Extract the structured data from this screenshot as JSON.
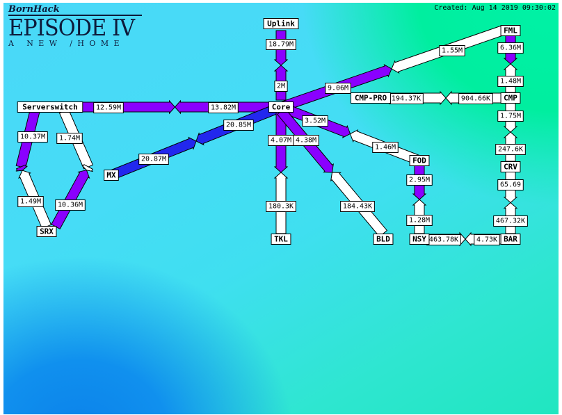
{
  "header": {
    "created_text": "Created: Aug 14 2019 09:30:02",
    "logo": {
      "top": "BornHack",
      "main": "EPISODE IV",
      "sub": "A NEW /HOME"
    }
  },
  "colors": {
    "purple": "#8a00ff",
    "blue": "#2228ee",
    "white": "#ffffff",
    "outline": "#000000"
  },
  "nodes": [
    {
      "id": "uplink",
      "label": "Uplink"
    },
    {
      "id": "serverswitch",
      "label": "Serverswitch"
    },
    {
      "id": "core",
      "label": "Core"
    },
    {
      "id": "cmppro",
      "label": "CMP-PRO"
    },
    {
      "id": "cmp",
      "label": "CMP"
    },
    {
      "id": "fml",
      "label": "FML"
    },
    {
      "id": "mx",
      "label": "MX"
    },
    {
      "id": "fod",
      "label": "FOD"
    },
    {
      "id": "crv",
      "label": "CRV"
    },
    {
      "id": "srx",
      "label": "SRX"
    },
    {
      "id": "tkl",
      "label": "TKL"
    },
    {
      "id": "bld",
      "label": "BLD"
    },
    {
      "id": "nsy",
      "label": "NSY"
    },
    {
      "id": "bar",
      "label": "BAR"
    }
  ],
  "links": [
    {
      "from": "uplink",
      "to": "core",
      "out": {
        "value": "18.79M",
        "color": "purple"
      },
      "in": {
        "value": "2M",
        "color": "purple"
      }
    },
    {
      "from": "serverswitch",
      "to": "core",
      "out": {
        "value": "12.59M",
        "color": "purple"
      },
      "in": {
        "value": "13.82M",
        "color": "purple"
      }
    },
    {
      "from": "core",
      "to": "fml",
      "out": {
        "value": "9.06M",
        "color": "purple"
      },
      "in": {
        "value": "1.55M",
        "color": "white"
      }
    },
    {
      "from": "core",
      "to": "mx",
      "out": {
        "value": "20.85M",
        "color": "blue"
      },
      "in": {
        "value": "20.87M",
        "color": "blue"
      }
    },
    {
      "from": "cmppro",
      "to": "cmp",
      "out": {
        "value": "194.37K",
        "color": "white"
      },
      "in": {
        "value": "904.66K",
        "color": "white"
      }
    },
    {
      "from": "fml",
      "to": "cmp",
      "out": {
        "value": "6.36M",
        "color": "purple"
      },
      "in": {
        "value": "1.48M",
        "color": "white"
      }
    },
    {
      "from": "cmp",
      "to": "crv",
      "out": {
        "value": "1.75M",
        "color": "white"
      },
      "in": {
        "value": "247.6K",
        "color": "white"
      }
    },
    {
      "from": "crv",
      "to": "bar",
      "out": {
        "value": "65.69",
        "color": "white"
      },
      "in": {
        "value": "467.32K",
        "color": "white"
      }
    },
    {
      "from": "core",
      "to": "fod",
      "out": {
        "value": "3.52M",
        "color": "purple"
      },
      "in": {
        "value": "1.46M",
        "color": "white"
      }
    },
    {
      "from": "fod",
      "to": "nsy",
      "out": {
        "value": "2.95M",
        "color": "purple"
      },
      "in": {
        "value": "1.28M",
        "color": "white"
      }
    },
    {
      "from": "core",
      "to": "tkl",
      "out": {
        "value": "4.07M",
        "color": "purple"
      },
      "in": {
        "value": "180.3K",
        "color": "white"
      }
    },
    {
      "from": "core",
      "to": "bld",
      "out": {
        "value": "4.38M",
        "color": "purple"
      },
      "in": {
        "value": "184.43K",
        "color": "white"
      }
    },
    {
      "from": "nsy",
      "to": "bar",
      "out": {
        "value": "463.78K",
        "color": "white"
      },
      "in": {
        "value": "4.73K",
        "color": "white"
      }
    },
    {
      "from": "serverswitch",
      "to": "srx",
      "out": {
        "value": "10.37M",
        "color": "purple"
      },
      "in": {
        "value": "1.49M",
        "color": "white"
      }
    },
    {
      "from": "serverswitch",
      "to": "srx",
      "out": {
        "value": "1.74M",
        "color": "white"
      },
      "in": {
        "value": "10.36M",
        "color": "purple"
      }
    }
  ]
}
